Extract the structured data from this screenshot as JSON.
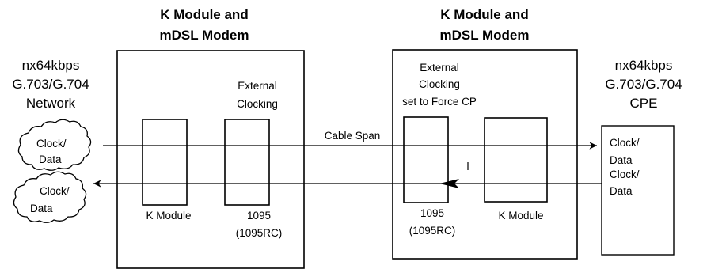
{
  "headers": {
    "left": [
      "K Module and",
      "mDSL Modem"
    ],
    "right": [
      "K Module and",
      "mDSL Modem"
    ]
  },
  "network": {
    "lines": [
      "nx64kbps",
      "G.703/G.704",
      "Network"
    ]
  },
  "cpe": {
    "lines": [
      "nx64kbps",
      "G.703/G.704",
      "CPE"
    ],
    "data_lines": [
      "Clock/",
      "Data",
      "Clock/",
      "Data"
    ]
  },
  "clouds": {
    "upper": [
      "Clock/",
      "Data"
    ],
    "lower": [
      "Clock/",
      "Data"
    ]
  },
  "left_modem": {
    "clocking": [
      "External",
      "Clocking"
    ],
    "k_module": "K Module",
    "model": [
      "1095",
      "(1095RC)"
    ]
  },
  "right_modem": {
    "clocking": [
      "External",
      "Clocking",
      "set to Force CP"
    ],
    "k_module": "K Module",
    "model": [
      "1095",
      "(1095RC)"
    ]
  },
  "cable_span": "Cable Span"
}
